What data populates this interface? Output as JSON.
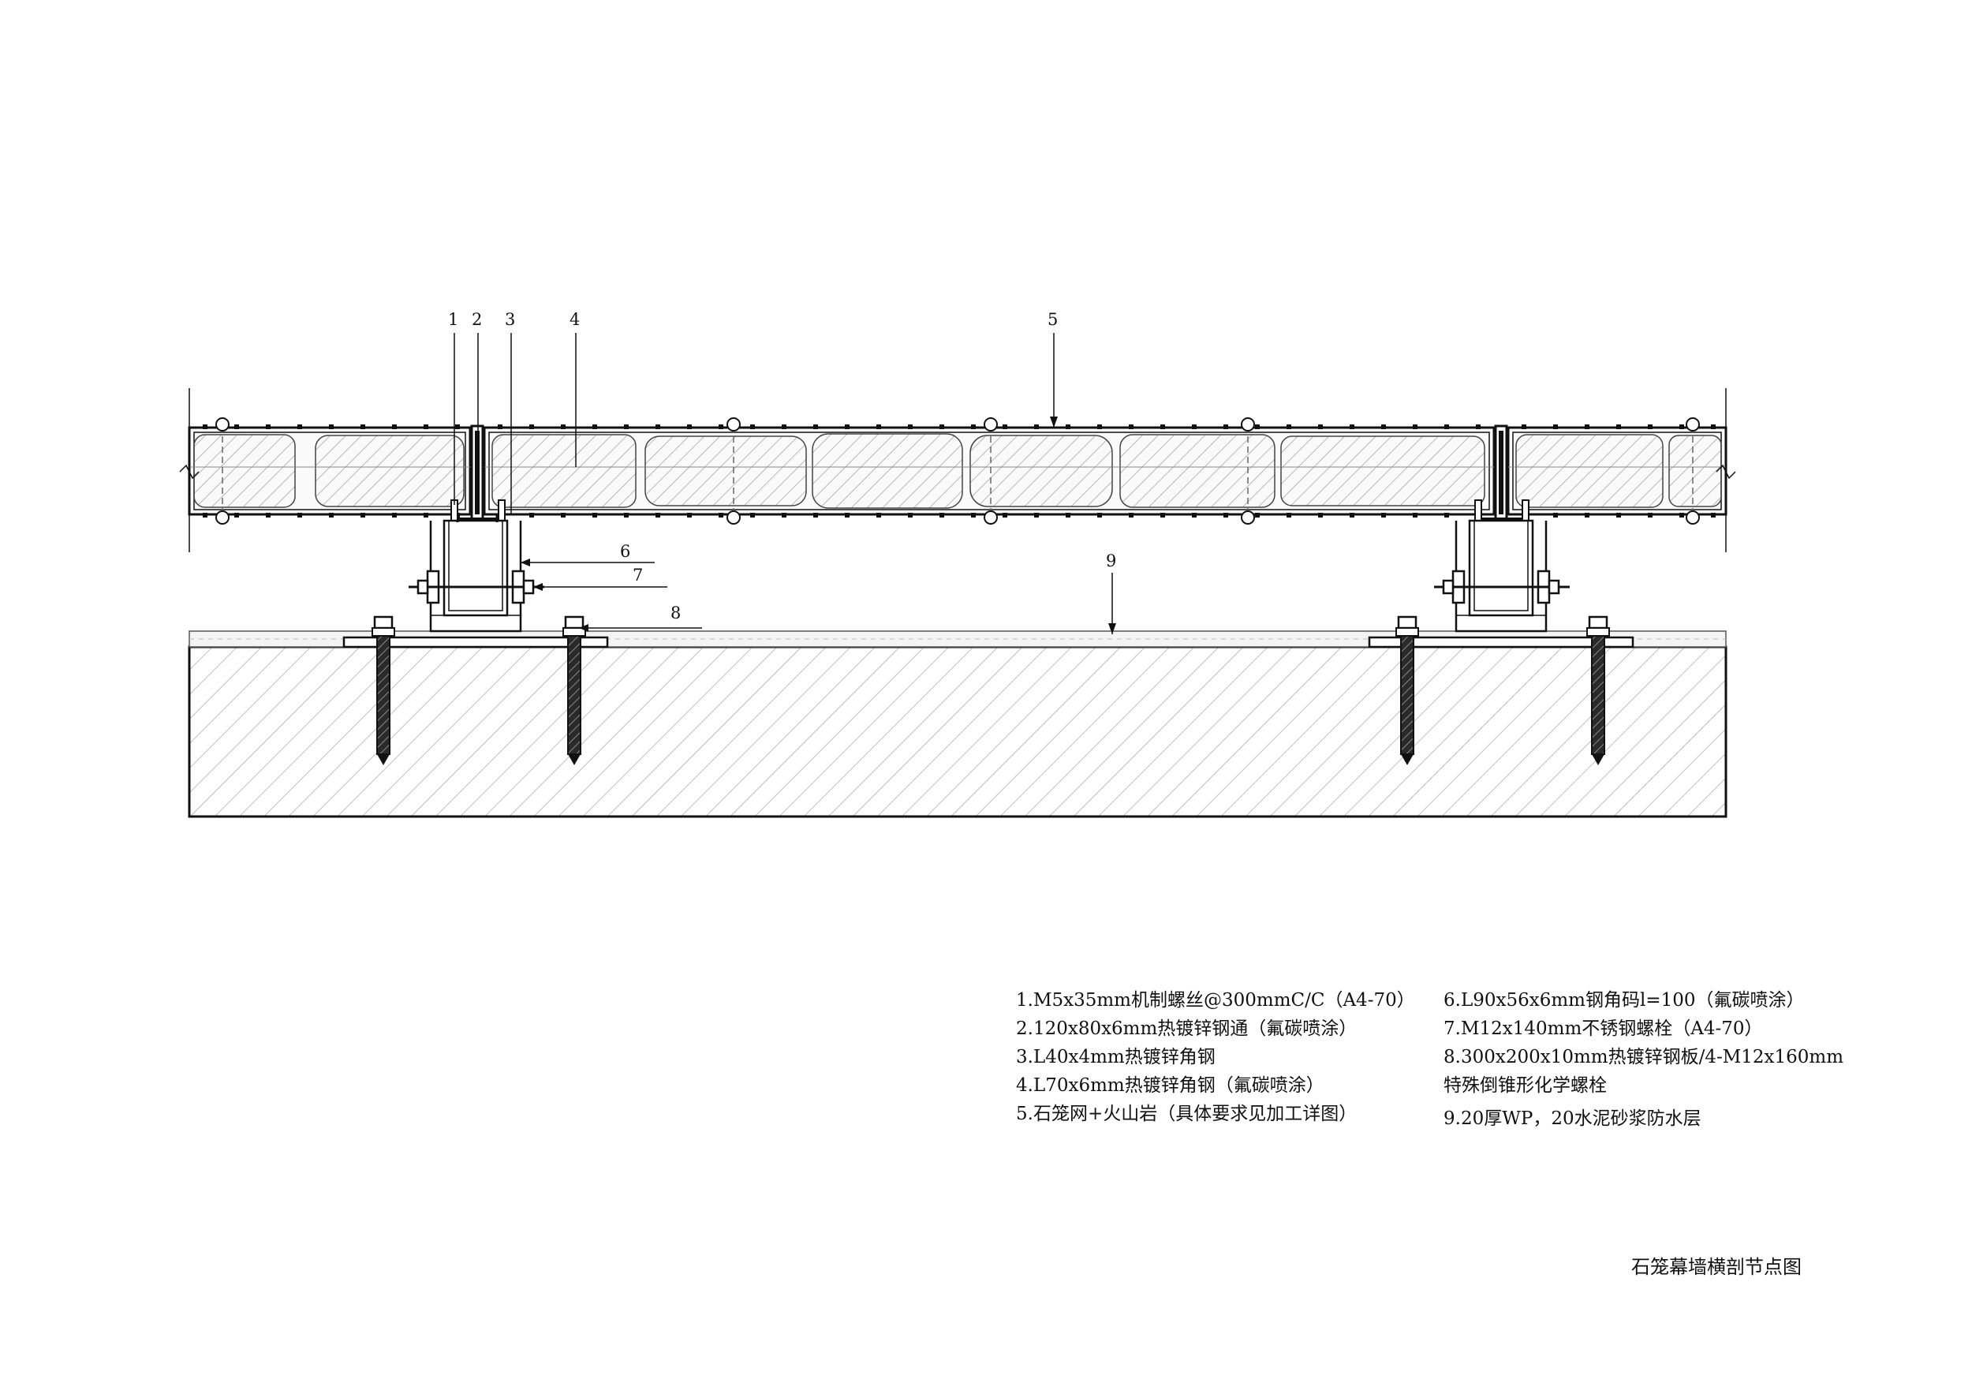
{
  "callouts": [
    "1",
    "2",
    "3",
    "4",
    "5",
    "6",
    "7",
    "8",
    "9"
  ],
  "legend_left": [
    "1.M5x35mm机制螺丝@300mmC/C（A4-70）",
    "2.120x80x6mm热镀锌钢通（氟碳喷涂）",
    "3.L40x4mm热镀锌角钢",
    "4.L70x6mm热镀锌角钢（氟碳喷涂）",
    "5.石笼网+火山岩（具体要求见加工详图）"
  ],
  "legend_right": [
    "6.L90x56x6mm钢角码l=100（氟碳喷涂）",
    "7.M12x140mm不锈钢螺栓（A4-70）",
    "8.300x200x10mm热镀锌钢板/4-M12x160mm",
    "特殊倒锥形化学螺栓",
    "9.20厚WP，20水泥砂浆防水层"
  ],
  "title": "石笼幕墙横剖节点图"
}
